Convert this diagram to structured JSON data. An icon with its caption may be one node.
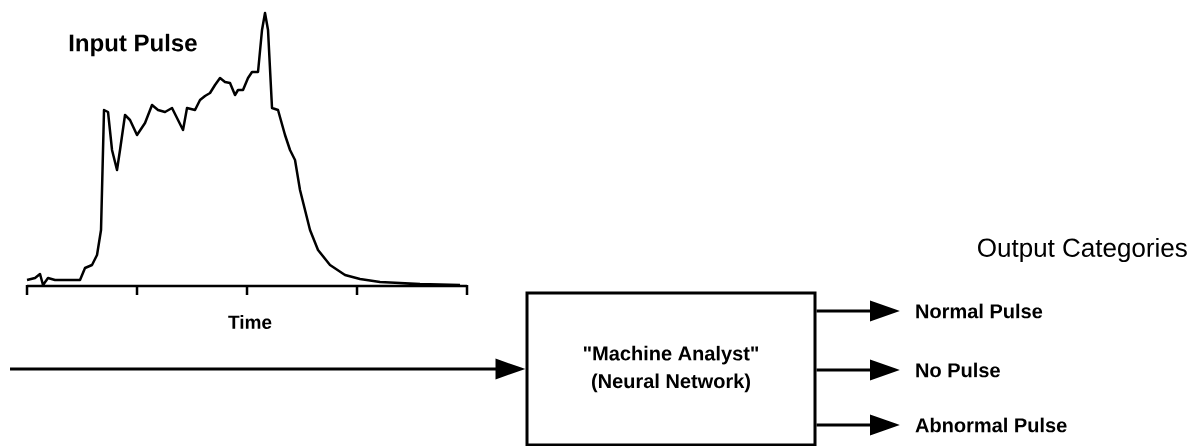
{
  "diagram": {
    "nodes": [
      {
        "text": [
          "\"Machine Analyst\"",
          "(Neural Network)"
        ]
      },
      {
        "text": [
          "Normal Pulse"
        ]
      },
      {
        "text": [
          "No Pulse"
        ]
      },
      {
        "text": [
          "Abnormal Pulse"
        ]
      }
    ],
    "edges": [
      {
        "from": null,
        "to": 0,
        "arrow": "to"
      },
      {
        "from": 0,
        "to": 1,
        "arrow": "to"
      },
      {
        "from": 0,
        "to": 2,
        "arrow": "to"
      },
      {
        "from": 0,
        "to": 3,
        "arrow": "to"
      }
    ],
    "labels": [
      "Input Pulse",
      "Time",
      "Output Categories"
    ]
  }
}
